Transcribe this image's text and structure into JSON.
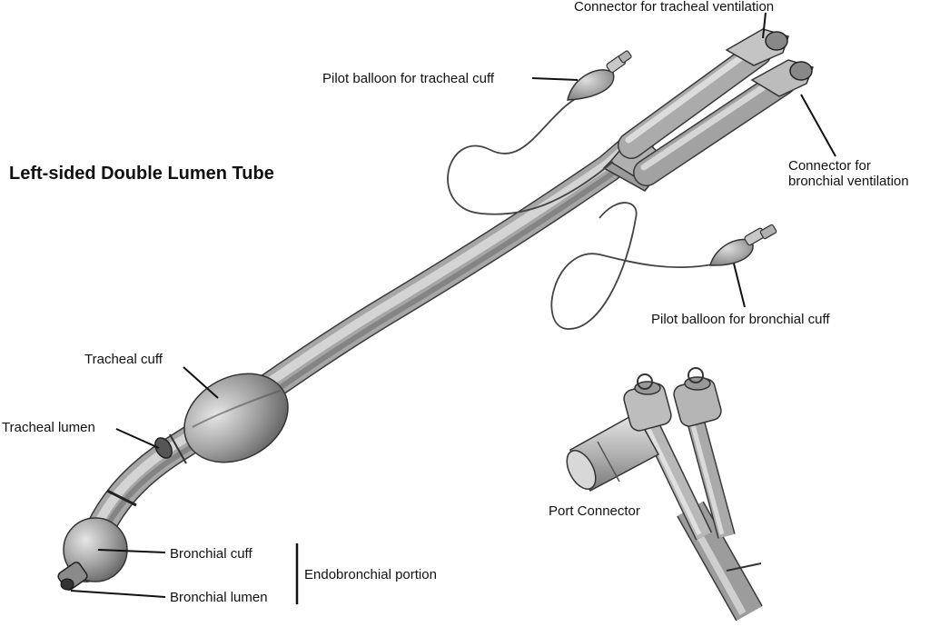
{
  "title": "Left-sided Double Lumen Tube",
  "labels": {
    "connector_tracheal": "Connector for tracheal ventilation",
    "pilot_tracheal": "Pilot balloon for tracheal cuff",
    "connector_bronchial_line1": "Connector for",
    "connector_bronchial_line2": "bronchial ventilation",
    "pilot_bronchial": "Pilot balloon for bronchial cuff",
    "tracheal_cuff": "Tracheal cuff",
    "tracheal_lumen": "Tracheal lumen",
    "bronchial_cuff": "Bronchial cuff",
    "bronchial_lumen": "Bronchial lumen",
    "endobronchial_portion": "Endobronchial portion",
    "port_connector": "Port Connector"
  },
  "colors": {
    "tube_light": "#d4d4d4",
    "tube_mid": "#a6a6a6",
    "tube_dark": "#6e6e6e",
    "outline": "#3a3a3a",
    "text": "#111111"
  }
}
